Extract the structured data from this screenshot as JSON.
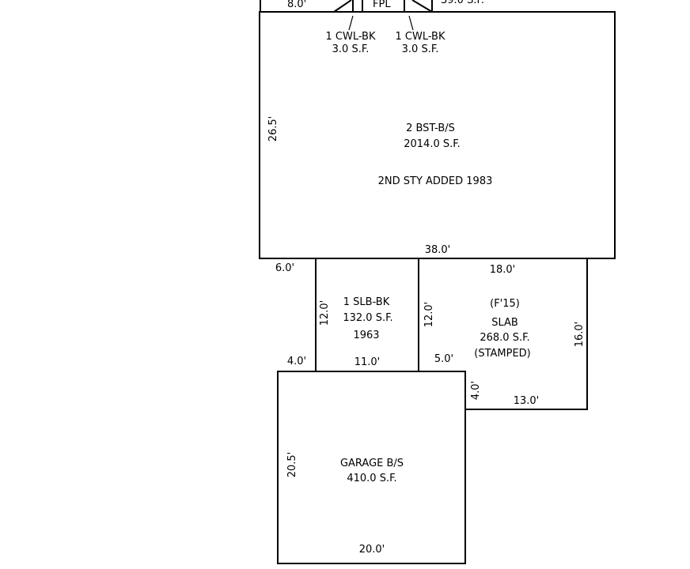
{
  "sketch": {
    "top_partial": {
      "dim_left": "8.0'",
      "fpl_label": "FPL",
      "area_right": "39.0 S.F."
    },
    "main": {
      "code": "2 BST-B/S",
      "area": "2014.0 S.F.",
      "note": "2ND STY ADDED 1983",
      "dim_left": "26.5'",
      "dim_bottom": "38.0'"
    },
    "cwl_left": {
      "code": "1 CWL-BK",
      "area": "3.0 S.F."
    },
    "cwl_right": {
      "code": "1 CWL-BK",
      "area": "3.0 S.F."
    },
    "slb": {
      "code": "1 SLB-BK",
      "area": "132.0 S.F.",
      "year": "1963",
      "dim_left": "12.0'",
      "dim_bottom": "11.0'",
      "dim_offset_top": "6.0'",
      "dim_offset_bottom": "4.0'"
    },
    "slab": {
      "year_note": "(F'15)",
      "code": "SLAB",
      "area": "268.0 S.F.",
      "note": "(STAMPED)",
      "dim_top": "18.0'",
      "dim_left": "12.0'",
      "dim_right": "16.0'",
      "dim_step_top": "5.0'",
      "dim_step_side": "4.0'",
      "dim_bottom": "13.0'"
    },
    "garage": {
      "code": "GARAGE B/S",
      "area": "410.0 S.F.",
      "dim_left": "20.5'",
      "dim_bottom": "20.0'"
    }
  }
}
